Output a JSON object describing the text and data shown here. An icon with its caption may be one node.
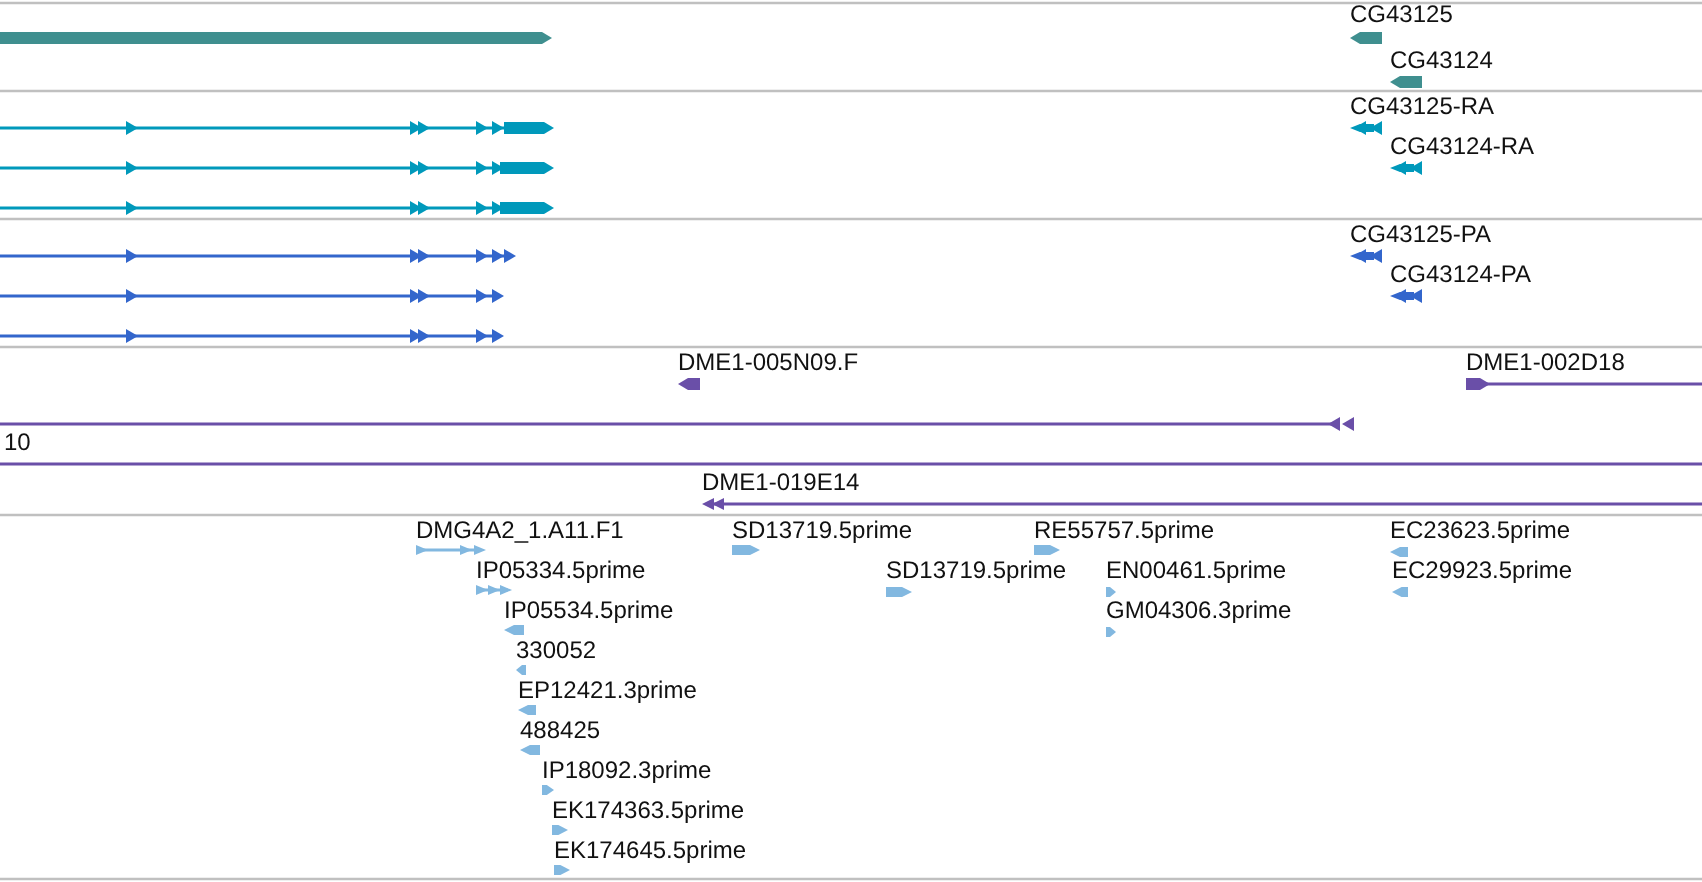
{
  "diagram": {
    "labels": [
      "CG43125",
      "CG43124",
      "CG43125-RA",
      "CG43124-RA",
      "CG43125-PA",
      "CG43124-PA",
      "DME1-005N09.F",
      "DME1-002D18",
      "10",
      "DME1-019E14",
      "DMG4A2_1.A11.F1",
      "SD13719.5prime",
      "RE55757.5prime",
      "EC23623.5prime",
      "IP05334.5prime",
      "SD13719.5prime",
      "EN00461.5prime",
      "EC29923.5prime",
      "IP05534.5prime",
      "GM04306.3prime",
      "330052",
      "EP12421.3prime",
      "488425",
      "IP18092.3prime",
      "EK174363.5prime",
      "EK174645.5prime"
    ]
  }
}
